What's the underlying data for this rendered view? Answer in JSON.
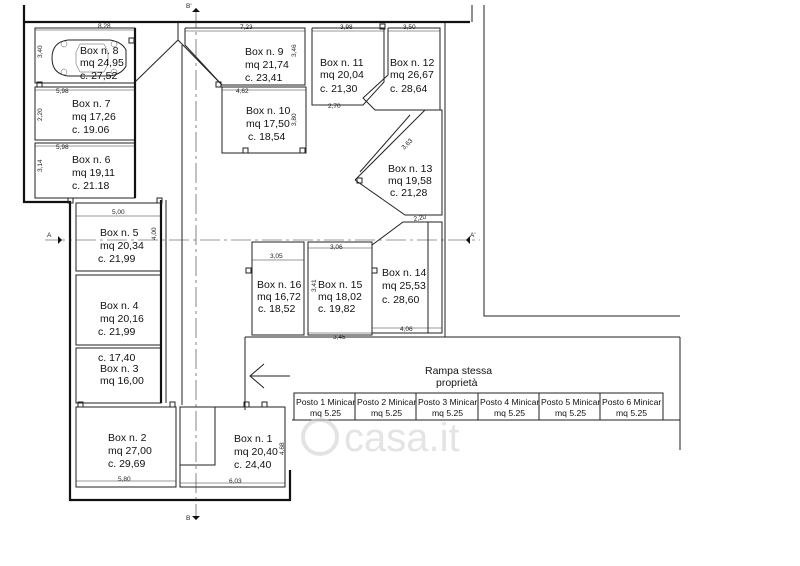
{
  "boxes": {
    "b8": {
      "name": "Box n. 8",
      "mq": "mq 24,95",
      "c": "c. 27,52"
    },
    "b7": {
      "name": "Box n. 7",
      "mq": "mq 17,26",
      "c": "c. 19.06"
    },
    "b6": {
      "name": "Box n. 6",
      "mq": "mq 19,11",
      "c": "c. 21.18"
    },
    "b5": {
      "name": "Box n. 5",
      "mq": "mq 20,34",
      "c": "c. 21,99"
    },
    "b4": {
      "name": "Box n. 4",
      "mq": "mq 20,16",
      "c": "c. 21,99"
    },
    "b3": {
      "c": "c. 17,40",
      "name": "Box n. 3",
      "mq": "mq 16,00"
    },
    "b2": {
      "name": "Box n. 2",
      "mq": "mq 27,00",
      "c": "c. 29,69"
    },
    "b1": {
      "name": "Box n. 1",
      "mq": "mq 20,40",
      "c": "c. 24,40"
    },
    "b9": {
      "name": "Box n. 9",
      "mq": "mq 21,74",
      "c": "c. 23,41"
    },
    "b10": {
      "name": "Box n. 10",
      "mq": "mq 17,50",
      "c": "c. 18,54"
    },
    "b11": {
      "name": "Box n. 11",
      "mq": "mq 20,04",
      "c": "c. 21,30"
    },
    "b12": {
      "name": "Box n. 12",
      "mq": "mq 26,67",
      "c": "c. 28,64"
    },
    "b13": {
      "name": "Box n. 13",
      "mq": "mq 19,58",
      "c": "c. 21,28"
    },
    "b14": {
      "name": "Box n. 14",
      "mq": "mq 25,53",
      "c": "c. 28,60"
    },
    "b15": {
      "name": "Box n. 15",
      "mq": "mq 18,02",
      "c": "c. 19,82"
    },
    "b16": {
      "name": "Box n. 16",
      "mq": "mq 16,72",
      "c": "c. 18,52"
    }
  },
  "ramp": {
    "line1": "Rampa  stessa",
    "line2": "proprietà"
  },
  "posts": [
    {
      "name": "Posto 1 Minicar",
      "mq": "mq 5.25"
    },
    {
      "name": "Posto 2 Minicar",
      "mq": "mq 5.25"
    },
    {
      "name": "Posto 3 Minicar",
      "mq": "mq 5.25"
    },
    {
      "name": "Posto 4 Minicar",
      "mq": "mq 5.25"
    },
    {
      "name": "Posto 5 Minicar",
      "mq": "mq 5.25"
    },
    {
      "name": "Posto 6 Minicar",
      "mq": "mq 5.25"
    }
  ],
  "section_marks": {
    "a_left": "A",
    "a_right": "A'",
    "b_top": "B'",
    "b_bottom": "B"
  },
  "dimensions": {
    "d828": "8,28",
    "d723": "7,23",
    "d398": "3,98",
    "d350": "3,50",
    "d346": "3,46",
    "d340": "3,40",
    "d220": "2,20",
    "d314": "3,14",
    "d598a": "5,98",
    "d598b": "5,98",
    "d462": "4,62",
    "d380": "3,80",
    "d270": "2,70",
    "d500": "5,00",
    "d400": "4,00",
    "d305": "3,05",
    "d306": "3,06",
    "d341": "3,41",
    "d345": "3,45",
    "d406": "4,06",
    "d580": "5,80",
    "d603": "6,03",
    "d468": "4,68",
    "d363": "3,63",
    "d220b": "2,20"
  },
  "watermark": "casa.it"
}
